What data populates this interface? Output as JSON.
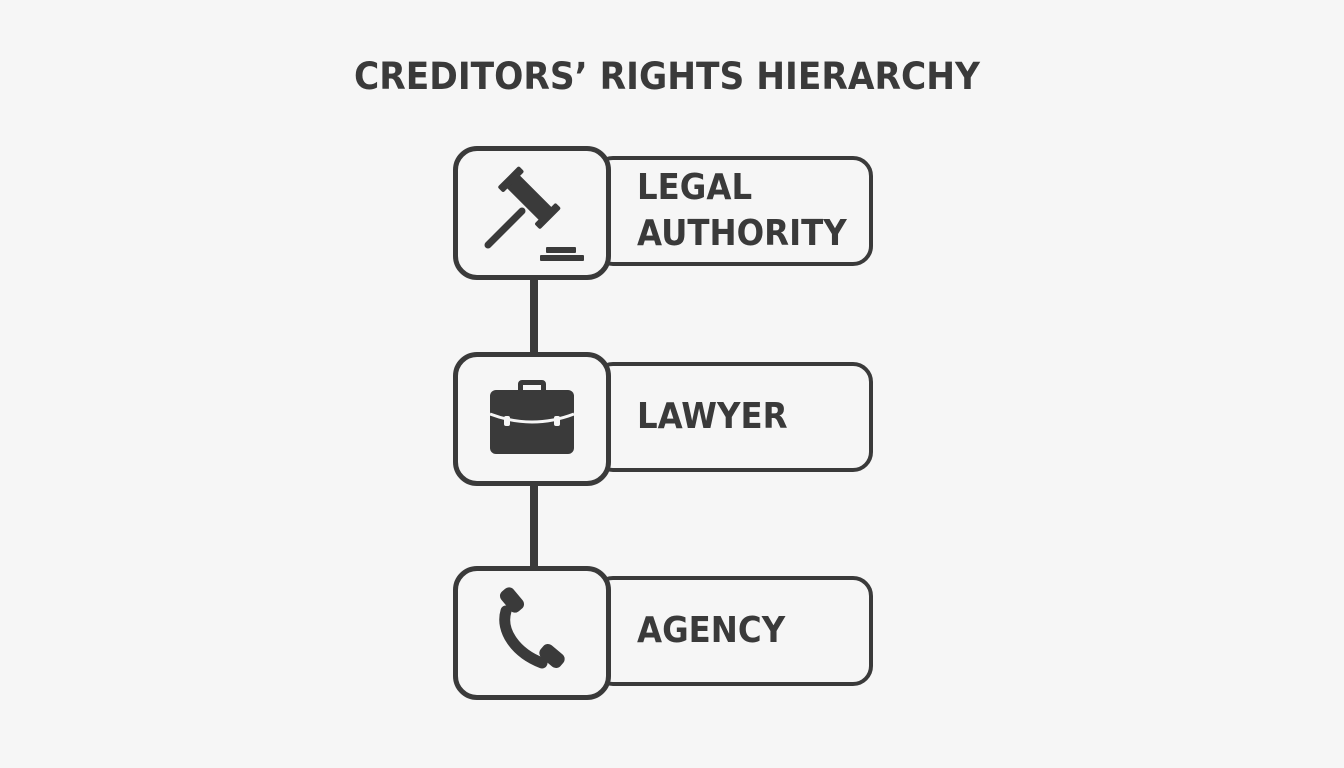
{
  "diagram": {
    "title": "CREDITORS’ RIGHTS HIERARCHY",
    "nodes": [
      {
        "label": "LEGAL\nAUTHORITY",
        "icon": "gavel-icon"
      },
      {
        "label": "LAWYER",
        "icon": "briefcase-icon"
      },
      {
        "label": "AGENCY",
        "icon": "phone-icon"
      }
    ]
  },
  "colors": {
    "background": "#f6f6f6",
    "ink": "#3a3a3a"
  }
}
